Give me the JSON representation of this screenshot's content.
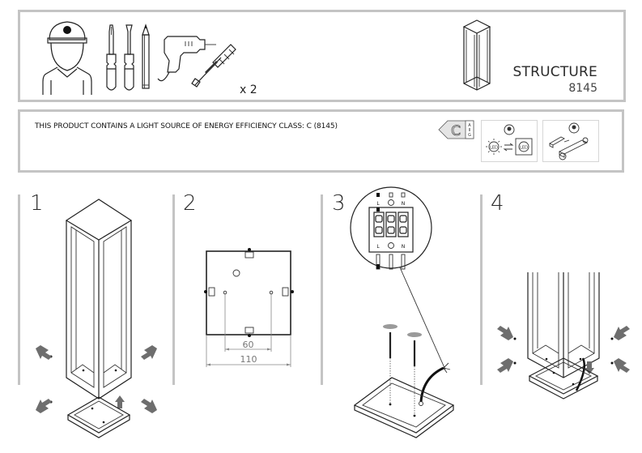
{
  "header": {
    "title": "STRUCTURE",
    "product_code": "8145",
    "tools": [
      {
        "icon": "installer-person-icon"
      },
      {
        "icon": "phillips-screwdriver-icon"
      },
      {
        "icon": "flat-screwdriver-icon"
      },
      {
        "icon": "pencil-icon"
      },
      {
        "icon": "drill-icon"
      },
      {
        "icon": "wall-plug-screw-icon",
        "quantity": "x 2"
      }
    ]
  },
  "energy": {
    "notice": "THIS PRODUCT CONTAINS A LIGHT SOURCE OF ENERGY EFFICIENCY CLASS: C (8145)",
    "class_label": "C",
    "scale_top": "A",
    "scale_bottom": "G",
    "icons": [
      "replaceable-led-icon",
      "replaceable-driver-icon"
    ],
    "led_label": "LED"
  },
  "steps": [
    {
      "number": "1"
    },
    {
      "number": "2",
      "dimensions": {
        "inner": "60",
        "outer": "110"
      }
    },
    {
      "number": "3",
      "terminals": {
        "live": "L",
        "earth": "⏚",
        "neutral": "N"
      }
    },
    {
      "number": "4"
    }
  ],
  "colors": {
    "border": "#c4c4c4",
    "line": "#222222",
    "arrow": "#6e6e6e"
  }
}
